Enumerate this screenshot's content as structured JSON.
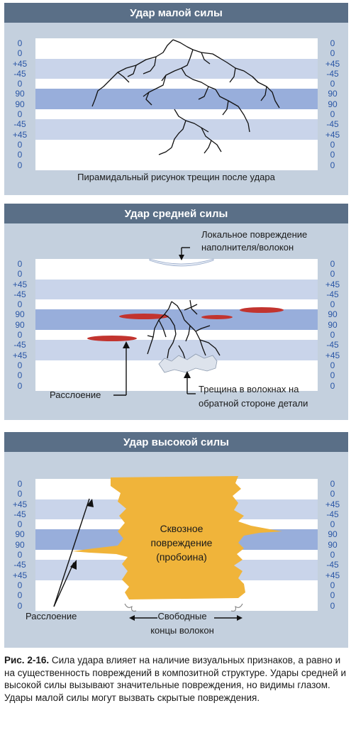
{
  "ply_labels": [
    "0",
    "0",
    "+45",
    "-45",
    "0",
    "90",
    "90",
    "0",
    "-45",
    "+45",
    "0",
    "0",
    "0"
  ],
  "panel1": {
    "title": "Удар малой силы",
    "caption": "Пирамидальный рисунок трещин после удара"
  },
  "panel2": {
    "title": "Удар средней силы",
    "label_top_1": "Локальное повреждение",
    "label_top_2": "наполнителя/волокон",
    "label_delam": "Расслоение",
    "label_crack_1": "Трещина в волокнах на",
    "label_crack_2": "обратной стороне детали"
  },
  "panel3": {
    "title": "Удар высокой силы",
    "hole_1": "Сквозное",
    "hole_2": "повреждение",
    "hole_3": "(пробоина)",
    "label_delam": "Расслоение",
    "label_fibers_1": "Свободные",
    "label_fibers_2": "концы волокон"
  },
  "figure_caption": {
    "number": "Рис. 2-16.",
    "text": " Сила удара влияет на наличие визуальных признаков, а равно и на существенность повреждений в композитной структуре. Удары средней и высокой силы вызывают значительные поврежде­ния, но видимы глазом. Удары малой силы могут вызвать скрытые повреждения."
  },
  "colors": {
    "title_bar": "#5a6f87",
    "panel_bg": "#c4d0de",
    "ply_0": "#ffffff",
    "ply_45": "#c9d4ea",
    "ply_90": "#98aedb",
    "label_blue": "#2a56a6",
    "delamination_red": "#c2342f",
    "hole_orange": "#f0b43a"
  }
}
